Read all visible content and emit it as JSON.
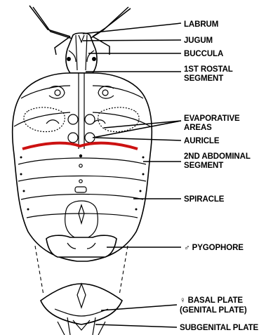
{
  "figure": {
    "accent_color": "#cc1111",
    "labels": {
      "labrum": "LABRUM",
      "jugum": "JUGUM",
      "buccula": "BUCCULA",
      "rostral_1": "1ST ROSTAL",
      "rostral_2": "SEGMENT",
      "evap_1": "EVAPORATIVE",
      "evap_2": "AREAS",
      "auricle": "AURICLE",
      "abd_1": "2ND ABDOMINAL",
      "abd_2": "SEGMENT",
      "spiracle": "SPIRACLE",
      "pygophore": "♂ PYGOPHORE",
      "basal_1": "♀ BASAL PLATE",
      "basal_2": "(GENITAL PLATE)",
      "subgenital": "SUBGENITAL PLATE"
    }
  }
}
